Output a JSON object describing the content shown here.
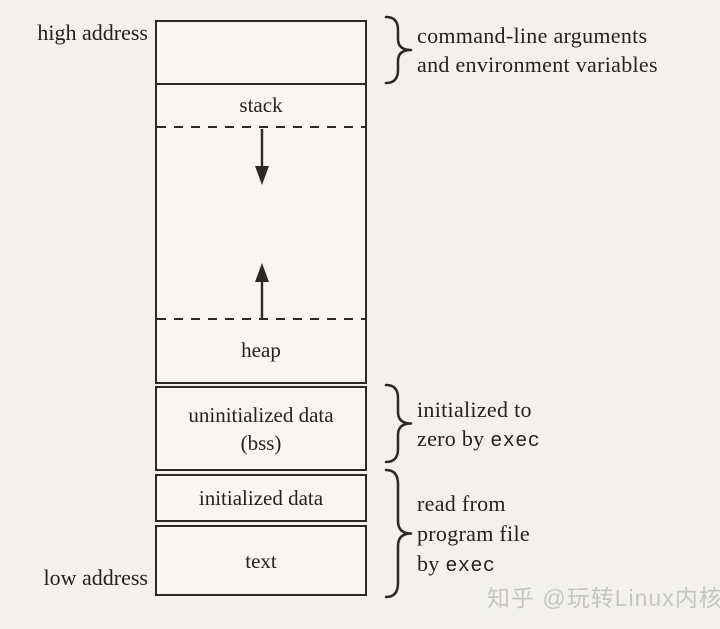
{
  "figure": {
    "address_labels": {
      "high": "high address",
      "low": "low address"
    },
    "segments": {
      "stack": "stack",
      "heap": "heap",
      "bss": {
        "line1": "uninitialized data",
        "line2": "(bss)"
      },
      "initialized_data": "initialized data",
      "text": "text"
    },
    "annotations": {
      "args_env": {
        "line1": "command-line arguments",
        "line2": "and environment variables"
      },
      "bss_init": {
        "line1": "initialized to",
        "line2_plain": "zero by ",
        "line2_code": "exec"
      },
      "read_from_file": {
        "line1": "read from",
        "line2": "program file",
        "line3_plain": "by ",
        "line3_code": "exec"
      }
    }
  },
  "watermark": {
    "text": "知乎 @玩转Linux内核"
  },
  "colors": {
    "line": "#2c2825",
    "text": "#26211e",
    "background": "#f2f1ef",
    "box-fill": "#f7f6f4",
    "watermark": "#c6c5c3"
  }
}
